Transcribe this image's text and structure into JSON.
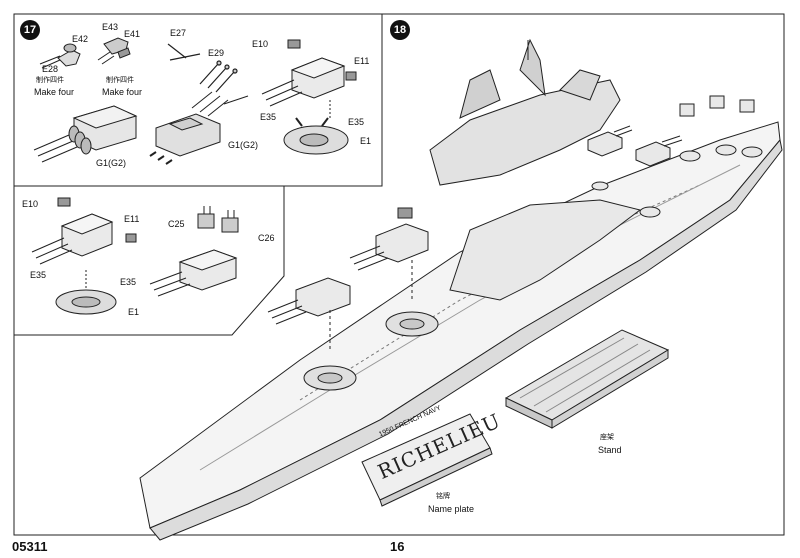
{
  "step17": {
    "number": "17",
    "labels": {
      "e42": "E42",
      "e43": "E43",
      "e41": "E41",
      "e28": "E28",
      "make_four_cn_1": "制作四件",
      "make_four_1": "Make four",
      "make_four_cn_2": "制作四件",
      "make_four_2": "Make four",
      "e27": "E27",
      "e29": "E29",
      "g1g2_a": "G1(G2)",
      "g1g2_b": "G1(G2)",
      "e10": "E10",
      "e11": "E11",
      "e35_a": "E35",
      "e35_b": "E35",
      "e1": "E1"
    }
  },
  "subpanel": {
    "labels": {
      "e10": "E10",
      "e11": "E11",
      "c25": "C25",
      "c26": "C26",
      "e35_a": "E35",
      "e35_b": "E35",
      "e1": "E1"
    }
  },
  "step18": {
    "number": "18",
    "stand_label_cn": "座架",
    "stand_label": "Stand",
    "nameplate_label_cn": "铭牌",
    "nameplate_label": "Name plate",
    "nameplate_text_top": "1950 FRENCH NAVY",
    "nameplate_text_main": "RICHELIEU"
  },
  "footer": {
    "product_code": "05311",
    "page_number": "16"
  }
}
